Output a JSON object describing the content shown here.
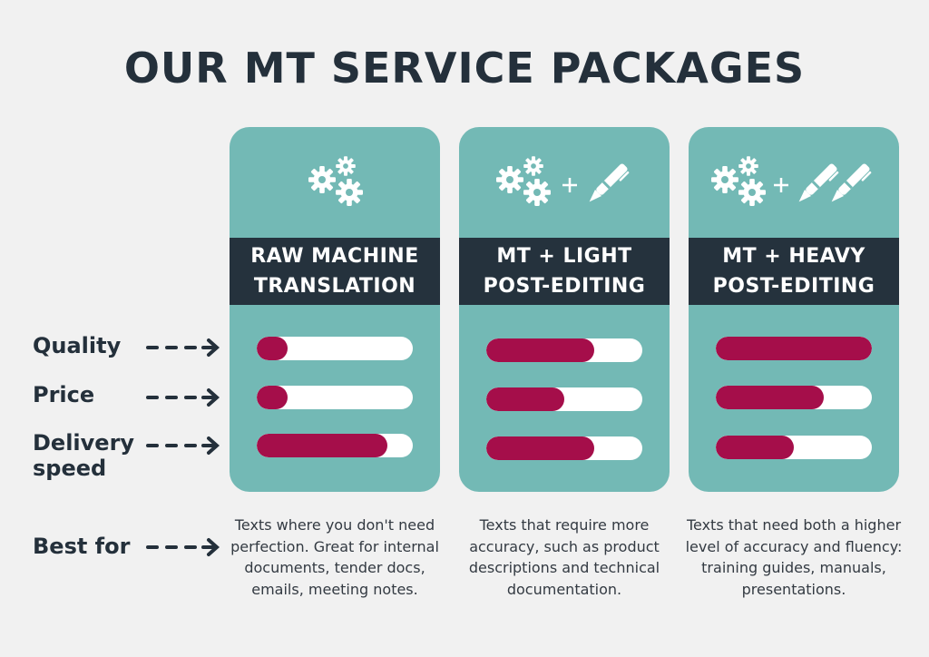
{
  "title": "OUR MT SERVICE PACKAGES",
  "row_labels": {
    "quality": "Quality",
    "price": "Price",
    "delivery_line1": "Delivery",
    "delivery_line2": "speed",
    "best_for": "Best for"
  },
  "packages": [
    {
      "name_line1": "RAW MACHINE",
      "name_line2": "TRANSLATION",
      "icon": "gears-icon",
      "quality": 0.2,
      "price": 0.2,
      "delivery_speed": 0.84,
      "best_for": "Texts where you don't need perfection. Great for internal documents, tender docs, emails, meeting notes."
    },
    {
      "name_line1": "MT + LIGHT",
      "name_line2": "POST-EDITING",
      "icon": "gears-plus-pen-icon",
      "quality": 0.69,
      "price": 0.5,
      "delivery_speed": 0.69,
      "best_for": "Texts that require more accuracy, such as product descriptions and technical documentation."
    },
    {
      "name_line1": "MT + HEAVY",
      "name_line2": "POST-EDITING",
      "icon": "gears-plus-two-pens-icon",
      "quality": 1.0,
      "price": 0.69,
      "delivery_speed": 0.5,
      "best_for": "Texts that need both a higher level of accuracy and fluency: training guides, manuals, presentations."
    }
  ],
  "colors": {
    "background": "#f1f1f1",
    "card": "#73b9b5",
    "band": "#25323d",
    "bar_fill": "#a50e4a",
    "bar_track": "#ffffff",
    "text": "#24303b"
  }
}
